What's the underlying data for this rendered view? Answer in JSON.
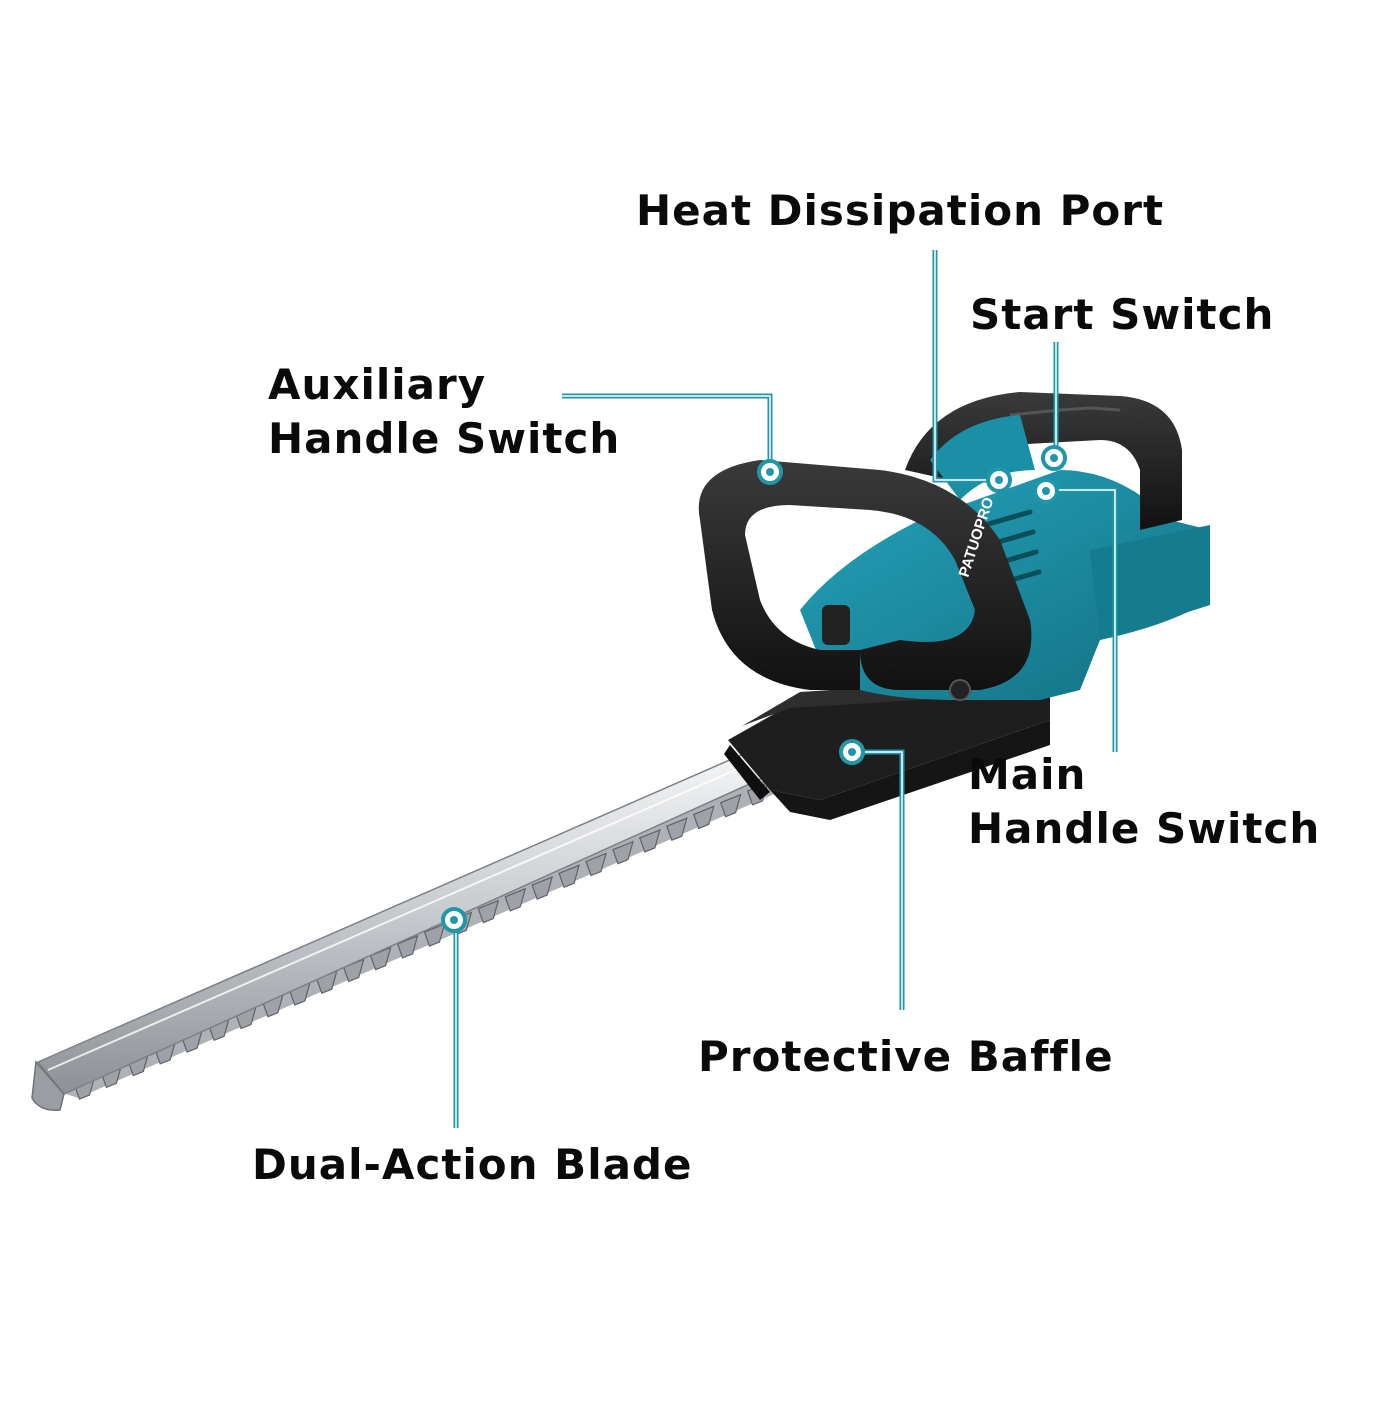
{
  "product": {
    "brand_mark": "PATUOPRO",
    "colors": {
      "body_teal": "#1b8fa6",
      "body_teal_dark": "#136f82",
      "grip_black": "#1c1c1c",
      "blade_silver": "#c9ccd0",
      "callout_line": "#1f97a8",
      "label_text": "#0a0a0a"
    }
  },
  "callouts": {
    "heat_port": {
      "lines": [
        "Heat Dissipation Port"
      ]
    },
    "start_switch": {
      "lines": [
        "Start Switch"
      ]
    },
    "aux_handle_switch": {
      "lines": [
        "Auxiliary",
        "Handle Switch"
      ]
    },
    "main_handle_switch": {
      "lines": [
        "Main",
        "Handle Switch"
      ]
    },
    "protective_baffle": {
      "lines": [
        "Protective Baffle"
      ]
    },
    "dual_action_blade": {
      "lines": [
        "Dual-Action Blade"
      ]
    }
  }
}
